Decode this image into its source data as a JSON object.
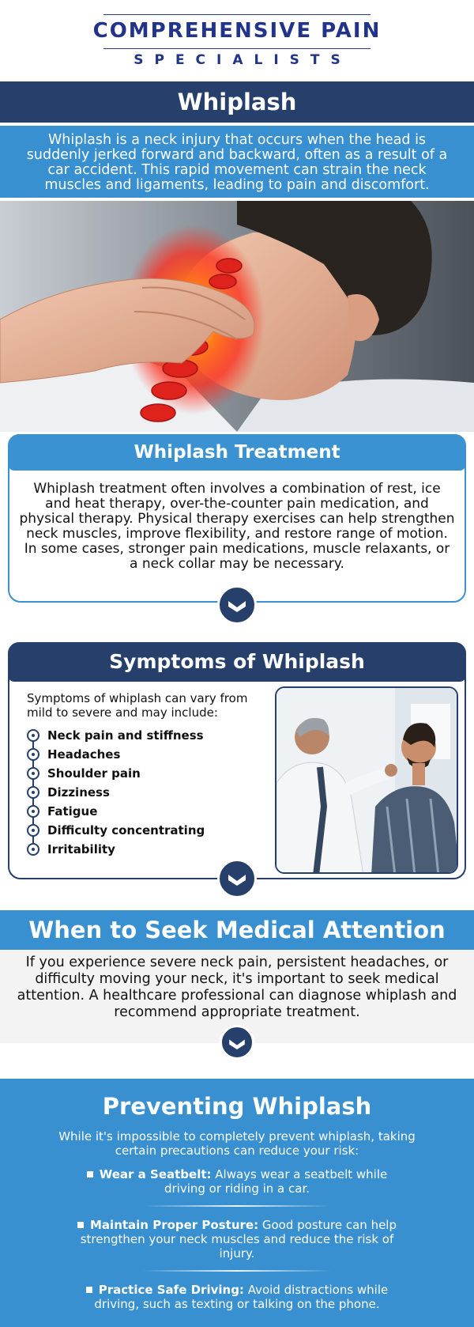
{
  "brand": {
    "line1": "COMPREHENSIVE PAIN",
    "line2": "SPECIALISTS"
  },
  "page_title": "Whiplash",
  "intro": "Whiplash is a neck injury that occurs when the head is suddenly jerked forward and backward, often as a result of a car accident. This rapid movement can strain the neck muscles and ligaments, leading to pain and discomfort.",
  "treatment": {
    "title": "Whiplash Treatment",
    "body": "Whiplash treatment often involves a combination of rest, ice and heat therapy, over-the-counter pain medication, and physical therapy. Physical therapy exercises can help strengthen neck muscles, improve flexibility, and restore range of motion. In some cases, stronger pain medications, muscle relaxants, or a neck collar may be necessary."
  },
  "symptoms": {
    "title": "Symptoms of Whiplash",
    "lead": "Symptoms of whiplash can vary from mild to severe and may include:",
    "items": [
      "Neck pain and stiffness",
      "Headaches",
      "Shoulder pain",
      "Dizziness",
      "Fatigue",
      "Difficulty concentrating",
      "Irritability"
    ]
  },
  "seek": {
    "title": "When to Seek Medical Attention",
    "body": "If you experience severe neck pain, persistent headaches, or difficulty moving your neck, it's important to seek medical attention. A healthcare professional can diagnose whiplash and recommend appropriate treatment."
  },
  "prevent": {
    "title": "Preventing Whiplash",
    "lead": "While it's impossible to completely prevent whiplash, taking certain precautions can reduce your risk:",
    "items": [
      {
        "label": "Wear a Seatbelt:",
        "text": " Always wear a seatbelt while driving or riding in a car."
      },
      {
        "label": "Maintain Proper Posture:",
        "text": " Good posture can help strengthen your neck muscles and reduce the risk of injury."
      },
      {
        "label": "Practice Safe Driving:",
        "text": " Avoid distractions while driving, such as texting or talking on the phone."
      }
    ]
  },
  "colors": {
    "navy": "#263f6b",
    "blue": "#3890d0",
    "brand": "#22338a"
  },
  "icons": [
    "chevron-down-icon",
    "list-bullet-icon",
    "square-bullet-icon"
  ]
}
